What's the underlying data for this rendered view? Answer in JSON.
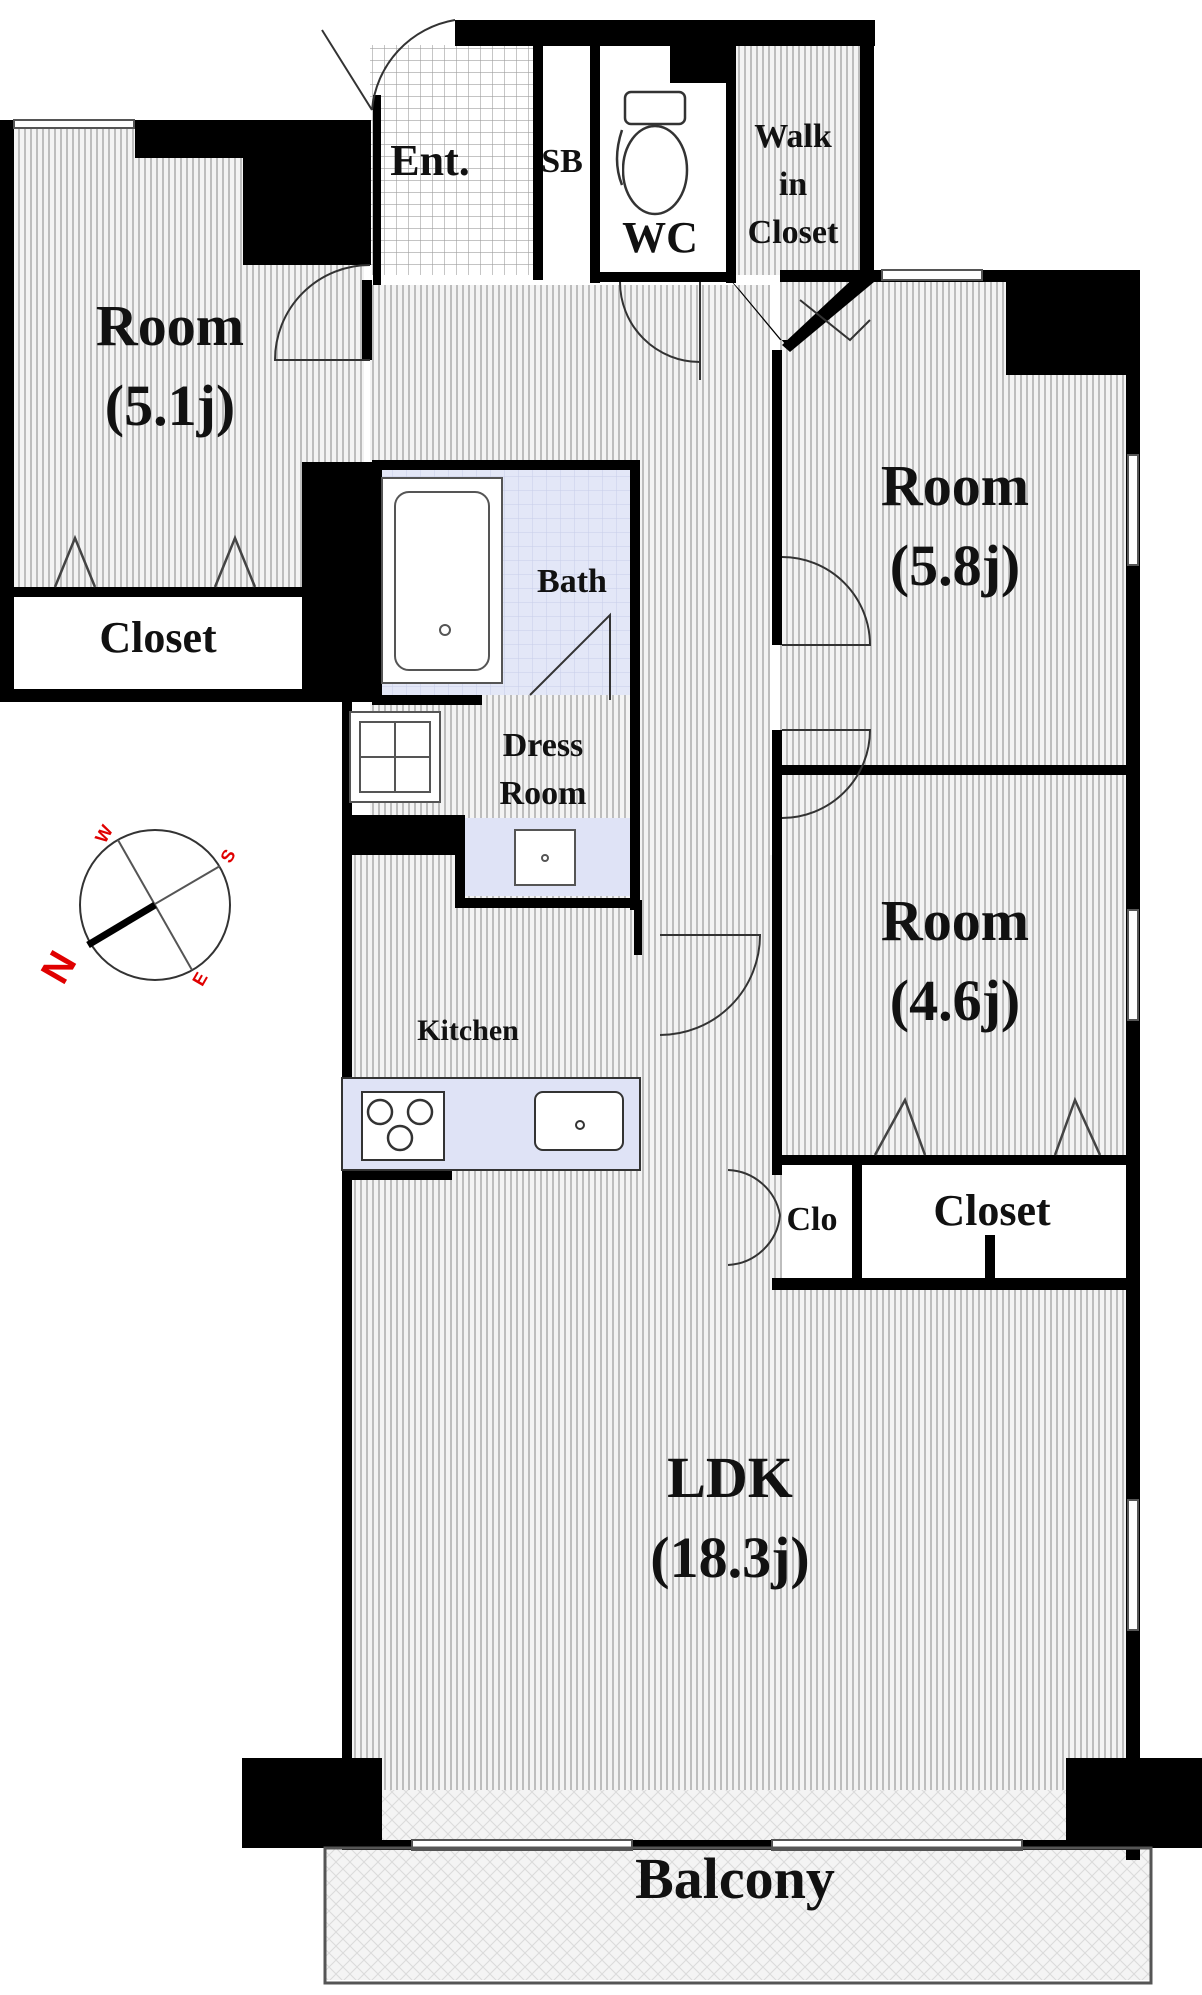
{
  "rooms": {
    "room_west": {
      "name": "Room",
      "size": "(5.1j)"
    },
    "room_east_upper": {
      "name": "Room",
      "size": "(5.8j)"
    },
    "room_east_lower": {
      "name": "Room",
      "size": "(4.6j)"
    },
    "ldk": {
      "name": "LDK",
      "size": "(18.3j)"
    }
  },
  "labels": {
    "entrance": "Ent.",
    "shoe_box": "SB",
    "wc": "WC",
    "walk_in_closet": [
      "Walk",
      "in",
      "Closet"
    ],
    "bath": "Bath",
    "dress_room": [
      "Dress",
      "Room"
    ],
    "kitchen": "Kitchen",
    "closet_west": "Closet",
    "closet_east": "Closet",
    "clo": "Clo",
    "balcony": "Balcony"
  },
  "compass": {
    "north": "N",
    "south": "S",
    "east": "E",
    "west": "W",
    "needle_color": "#000000",
    "letter_color": "#e00000"
  },
  "colors": {
    "wall": "#000000",
    "floor_stripe": "#b9b9b9",
    "wet_area": "#dfe3f6",
    "tile_grid": "#9a9a9a"
  }
}
